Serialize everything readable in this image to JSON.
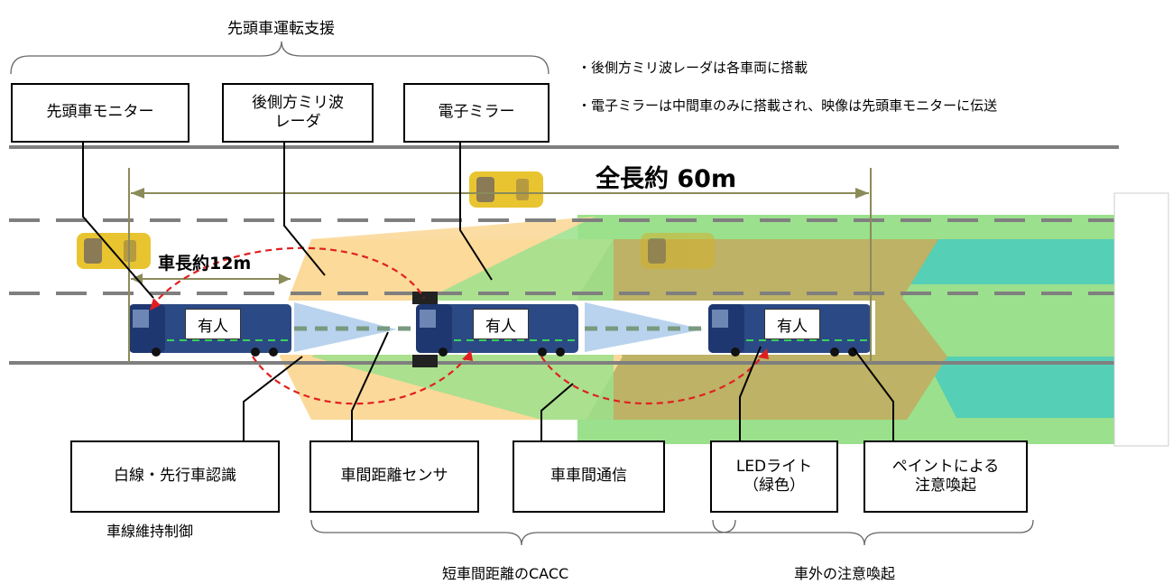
{
  "top_group_title": "先頭車運転支援",
  "notes": [
    "・後側方ミリ波レーダは各車両に搭載",
    "・電子ミラーは中間車のみに搭載され、映像は先頭車モニターに伝送"
  ],
  "total_length": "全長約 60m",
  "vehicle_length": "車長約12m",
  "truck_labels": [
    "有人",
    "有人",
    "有人"
  ],
  "top_boxes": {
    "monitor": "先頭車モニター",
    "radar": "後側方ミリ波\nレーダ",
    "mirror": "電子ミラー"
  },
  "bottom_boxes": {
    "lane": "白線・先行車認識",
    "sensor": "車間距離センサ",
    "v2v": "車車間通信",
    "led": "LEDライト\n（緑色）",
    "paint": "ペイントによる\n注意喚起"
  },
  "bottom_captions": {
    "lane_keep": "車線維持制御",
    "cacc": "短車間距離のCACC",
    "alert": "車外の注意喚起"
  },
  "colors": {
    "radar_zone": "#fbd99a",
    "green_zone": "#9be08c",
    "teal_zone": "#55cfb6",
    "olive_zone": "#bdb265",
    "sensor_beam": "#b9d3ee",
    "truck_blue": "#2b4a85",
    "arc_red": "#e02020",
    "road_line": "#7f7f7f"
  }
}
